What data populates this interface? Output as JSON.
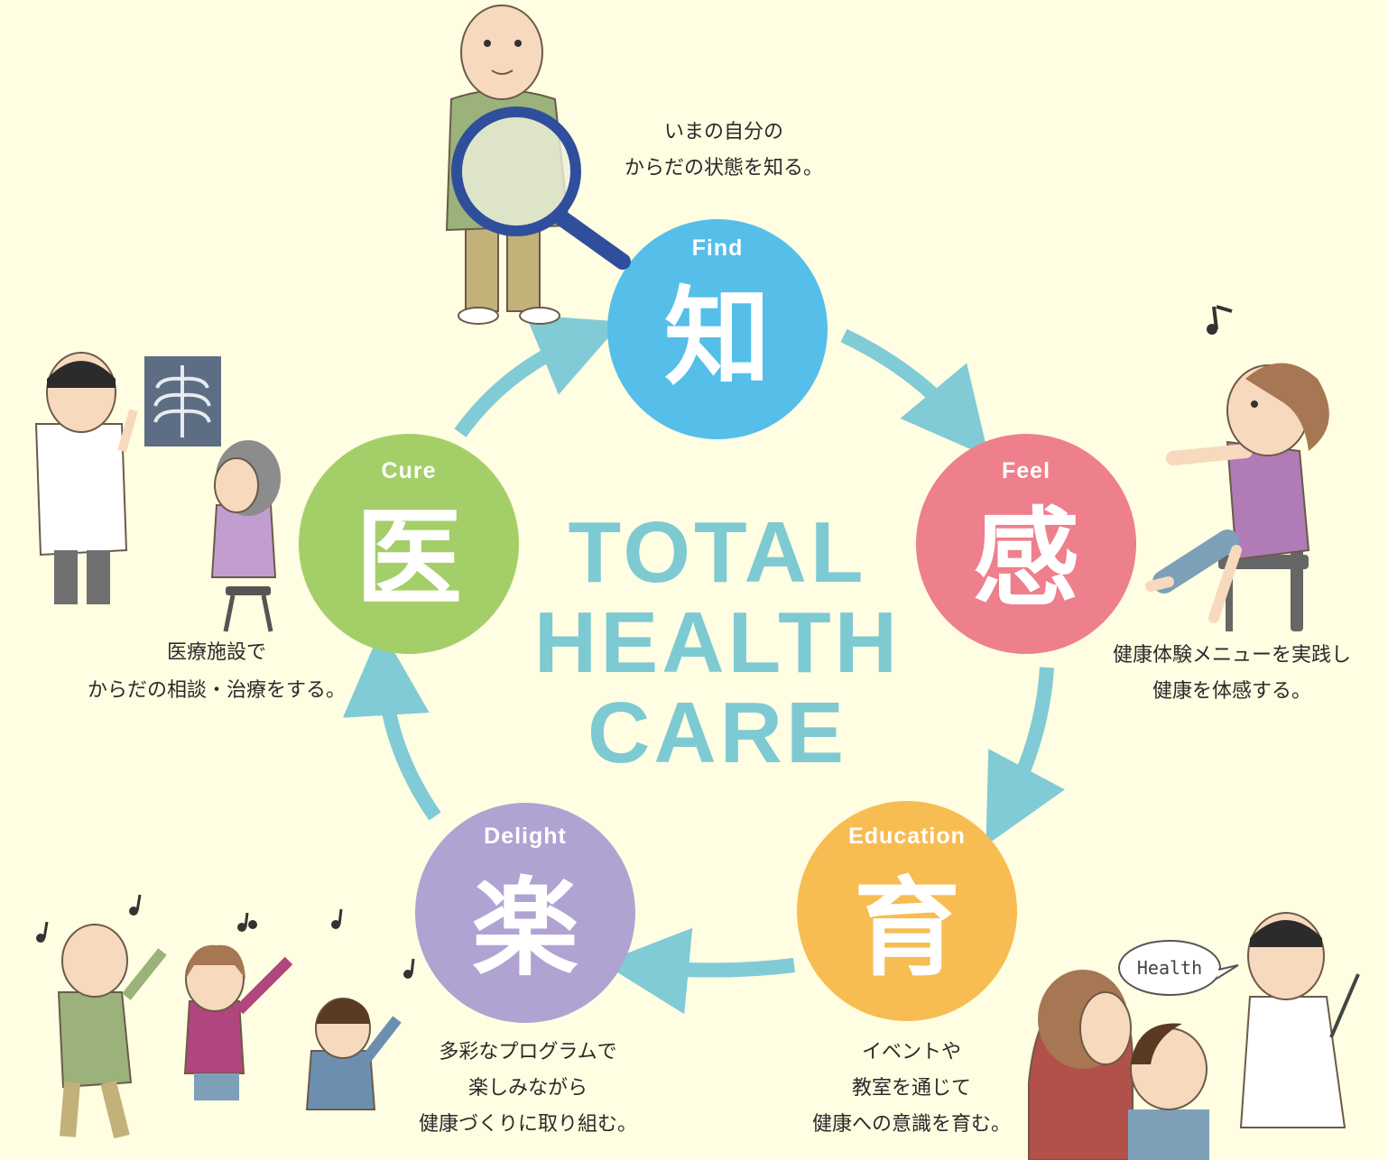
{
  "center": {
    "line1": "TOTAL",
    "line2": "HEALTH",
    "line3": "CARE"
  },
  "nodes": {
    "find": {
      "en": "Find",
      "kanji": "知",
      "color": "#55bfea"
    },
    "feel": {
      "en": "Feel",
      "kanji": "感",
      "color": "#ee7f8c"
    },
    "education": {
      "en": "Education",
      "kanji": "育",
      "color": "#f7bd52"
    },
    "delight": {
      "en": "Delight",
      "kanji": "楽",
      "color": "#b0a3d2"
    },
    "cure": {
      "en": "Cure",
      "kanji": "医",
      "color": "#a4cf68"
    }
  },
  "captions": {
    "find": [
      "いまの自分の",
      "からだの状態を知る。"
    ],
    "feel": [
      "健康体験メニューを実践し",
      "健康を体感する。"
    ],
    "education": [
      "イベントや",
      "教室を通じて",
      "健康への意識を育む。"
    ],
    "delight": [
      "多彩なプログラムで",
      "楽しみながら",
      "健康づくりに取り組む。"
    ],
    "cure": [
      "医療施設で",
      "からだの相談・治療をする。"
    ]
  },
  "speech_bubble": "Health",
  "arrow_color": "#80cbd6"
}
